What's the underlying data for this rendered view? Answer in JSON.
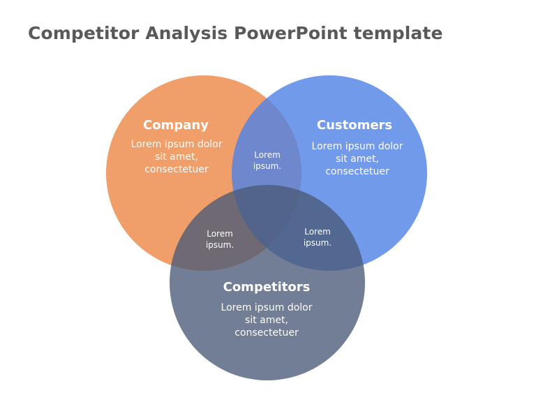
{
  "title": "Competitor Analysis PowerPoint template",
  "colors": {
    "company": "#ED8A49",
    "customers": "#4F81E6",
    "competitors": "#4A5A77",
    "text": "#FFFFFF",
    "title": "#595959"
  },
  "sets": {
    "company": {
      "title": "Company",
      "line1": "Lorem ipsum dolor",
      "line2": "sit amet,",
      "line3": "consectetuer"
    },
    "customers": {
      "title": "Customers",
      "line1": "Lorem ipsum dolor",
      "line2": "sit amet,",
      "line3": "consectetuer"
    },
    "competitors": {
      "title": "Competitors",
      "line1": "Lorem ipsum dolor",
      "line2": "sit amet,",
      "line3": "consectetuer"
    }
  },
  "overlaps": {
    "company_customers": {
      "line1": "Lorem",
      "line2": "ipsum."
    },
    "company_competitors": {
      "line1": "Lorem",
      "line2": "ipsum."
    },
    "customers_competitors": {
      "line1": "Lorem",
      "line2": "ipsum."
    }
  }
}
